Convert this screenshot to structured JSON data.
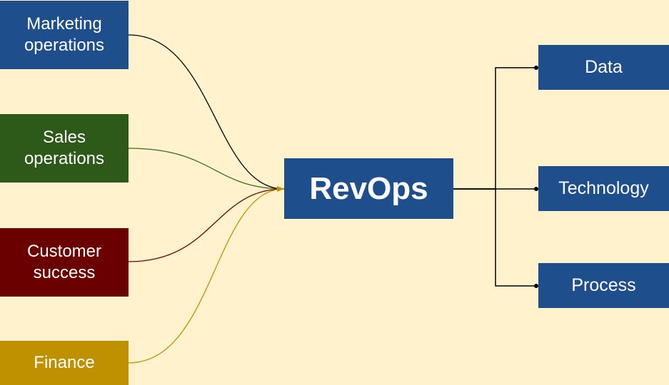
{
  "diagram": {
    "center": {
      "label": "RevOps",
      "color": "#1f4e8c"
    },
    "sources": [
      {
        "label_line1": "Marketing",
        "label_line2": "operations",
        "color": "#1f4e8c",
        "connector_color": "#000000"
      },
      {
        "label_line1": "Sales",
        "label_line2": "operations",
        "color": "#2d5a18",
        "connector_color": "#3d6b1f"
      },
      {
        "label_line1": "Customer",
        "label_line2": "success",
        "color": "#6b0000",
        "connector_color": "#6b0000"
      },
      {
        "label_line1": "Finance",
        "label_line2": "",
        "color": "#bf9000",
        "connector_color": "#bf9000"
      }
    ],
    "outputs": [
      {
        "label": "Data"
      },
      {
        "label": "Technology"
      },
      {
        "label": "Process"
      }
    ],
    "background": "#fff2cc"
  }
}
